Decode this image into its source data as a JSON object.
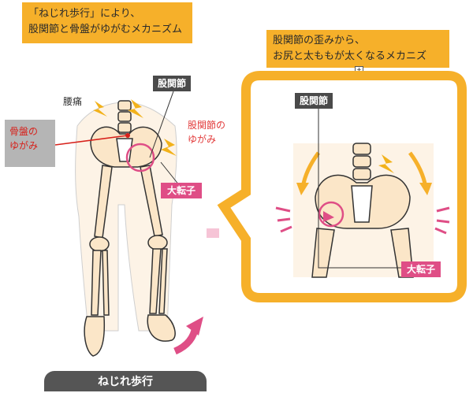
{
  "note_left": {
    "line1": "「ねじれ歩行」により、",
    "line2": "股関節と骨盤がゆがむメカニズム"
  },
  "note_right": {
    "line1": "股関節の歪みから、",
    "line2": "お尻と太ももが太くなるメカニズ"
  },
  "expand_glyph": "+",
  "labels": {
    "back_pain": "腰痛",
    "pelvis_line1": "骨盤の",
    "pelvis_line2": "ゆがみ",
    "hip_joint": "股関節",
    "hip_joint_dist_line1": "股関節の",
    "hip_joint_dist_line2": "ゆがみ",
    "greater_trochanter": "大転子",
    "hip_joint_zoom": "股関節",
    "greater_trochanter_zoom": "大転子",
    "twisted_walking": "ねじれ歩行"
  },
  "colors": {
    "note_orange": "#f6b02a",
    "bone_cream": "#fbe6c8",
    "bone_outline": "#333333",
    "accent_pink": "#df4e86",
    "callout_red": "#e23a3a",
    "dark_tag": "#4a4a4a",
    "pain_yellow": "#f2b21b"
  },
  "icons": [
    "pain-spark-icon",
    "pink-arrow-icon",
    "orange-curve-arrow-icon",
    "expand-icon"
  ]
}
